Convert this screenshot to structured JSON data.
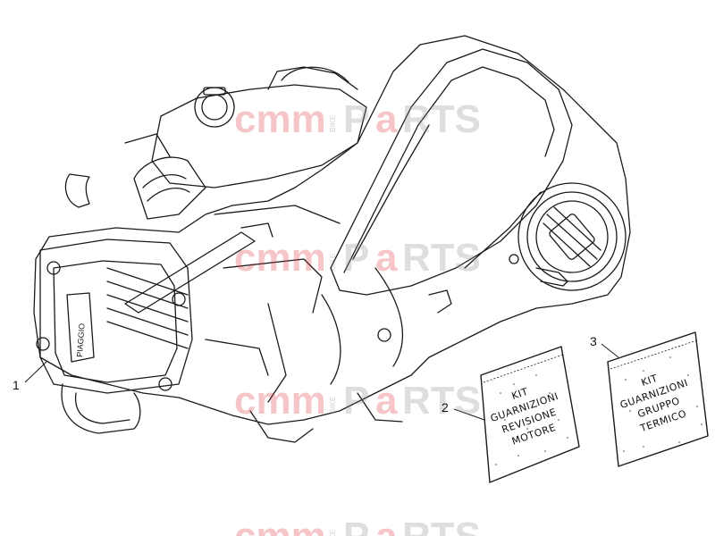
{
  "callouts": [
    {
      "id": "1",
      "label": "1"
    },
    {
      "id": "2",
      "label": "2"
    },
    {
      "id": "3",
      "label": "3"
    }
  ],
  "kit_revisione": {
    "lines": [
      "KIT",
      "GUARNIZIONI",
      "REVISIONE",
      "MOTORE"
    ]
  },
  "kit_gruppo": {
    "lines": [
      "KIT",
      "GUARNIZIONI",
      "GRUPPO",
      "TERMICO"
    ]
  },
  "watermark": {
    "left": "cmm",
    "mid": "BIKE",
    "right_a": "P",
    "right_b": "a",
    "right_c": "RTS",
    "color_red": "#e0343a",
    "color_grey": "#8a8a8a"
  },
  "engine_badge": "PIAGGIO"
}
